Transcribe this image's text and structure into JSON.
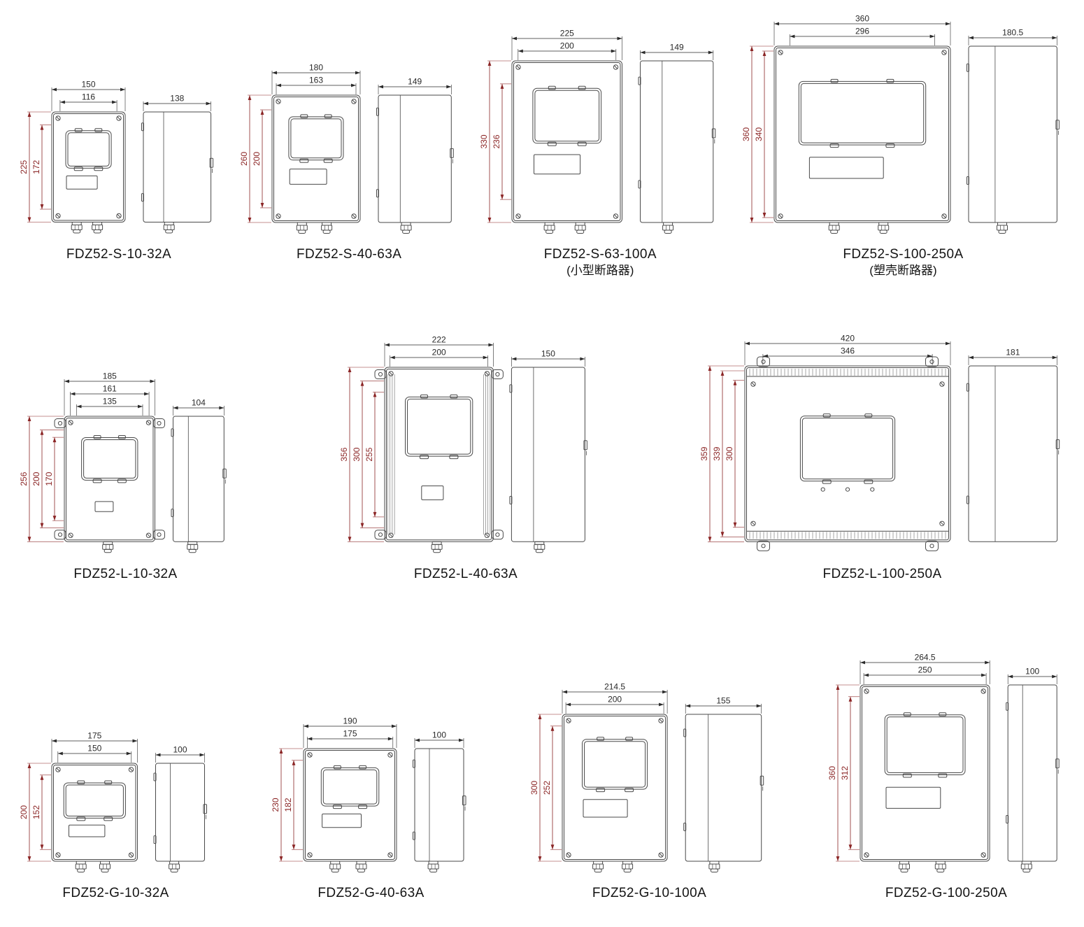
{
  "colors": {
    "line": "#4a4a4a",
    "dim_h": "#2a2a2a",
    "dim_v": "#8b2525",
    "text": "#111111"
  },
  "rows": [
    {
      "items": [
        {
          "caption": "FDZ52-S-10-32A",
          "sublabel": "",
          "style": "S",
          "top_dims": [
            "150",
            "116"
          ],
          "left_dims": [
            "225",
            "172"
          ],
          "side_dim": "138"
        },
        {
          "caption": "FDZ52-S-40-63A",
          "sublabel": "",
          "style": "S",
          "top_dims": [
            "180",
            "163"
          ],
          "left_dims": [
            "260",
            "200"
          ],
          "side_dim": "149"
        },
        {
          "caption": "FDZ52-S-63-100A",
          "sublabel": "(小型断路器)",
          "style": "S",
          "top_dims": [
            "225",
            "200"
          ],
          "left_dims": [
            "330",
            "236"
          ],
          "side_dim": "149"
        },
        {
          "caption": "FDZ52-S-100-250A",
          "sublabel": "(塑壳断路器)",
          "style": "S",
          "top_dims": [
            "360",
            "296"
          ],
          "left_dims": [
            "360",
            "340"
          ],
          "side_dim": "180.5"
        }
      ]
    },
    {
      "items": [
        {
          "caption": "FDZ52-L-10-32A",
          "sublabel": "",
          "style": "L",
          "top_dims": [
            "185",
            "161",
            "135"
          ],
          "left_dims": [
            "256",
            "200",
            "170"
          ],
          "side_dim": "104"
        },
        {
          "caption": "FDZ52-L-40-63A",
          "sublabel": "",
          "style": "Lr",
          "top_dims": [
            "222",
            "200"
          ],
          "left_dims": [
            "356",
            "300",
            "255"
          ],
          "side_dim": "150"
        },
        {
          "caption": "FDZ52-L-100-250A",
          "sublabel": "",
          "style": "Lw",
          "top_dims": [
            "420",
            "346"
          ],
          "left_dims": [
            "359",
            "339",
            "300"
          ],
          "side_dim": "181"
        }
      ]
    },
    {
      "items": [
        {
          "caption": "FDZ52-G-10-32A",
          "sublabel": "",
          "style": "G",
          "top_dims": [
            "175",
            "150"
          ],
          "left_dims": [
            "200",
            "152"
          ],
          "side_dim": "100"
        },
        {
          "caption": "FDZ52-G-40-63A",
          "sublabel": "",
          "style": "G",
          "top_dims": [
            "190",
            "175"
          ],
          "left_dims": [
            "230",
            "182"
          ],
          "side_dim": "100"
        },
        {
          "caption": "FDZ52-G-10-100A",
          "sublabel": "",
          "style": "G",
          "top_dims": [
            "214.5",
            "200"
          ],
          "left_dims": [
            "300",
            "252"
          ],
          "side_dim": "155"
        },
        {
          "caption": "FDZ52-G-100-250A",
          "sublabel": "",
          "style": "G",
          "top_dims": [
            "264.5",
            "250"
          ],
          "left_dims": [
            "360",
            "312"
          ],
          "side_dim": "100"
        }
      ]
    }
  ]
}
